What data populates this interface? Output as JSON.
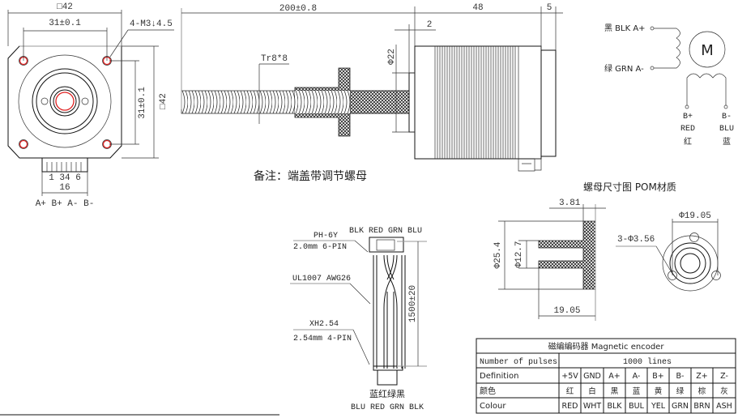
{
  "front_view": {
    "width_label": "□42",
    "hole_spacing_h": "31±0.1",
    "hole_spec": "4-M3↓4.5",
    "hole_spacing_v": "31±0.1",
    "height_label": "□42",
    "pin_numbers": "1 34 6",
    "connector_width": "16",
    "pin_labels": "A+ B+ A- B-"
  },
  "side_view": {
    "screw_length": "200±0.8",
    "body_length": "48",
    "rear_length": "5",
    "boss_length": "2",
    "boss_diameter": "Φ22",
    "thread_spec": "Tr8*8",
    "note": "备注：端盖带调节螺母"
  },
  "wiring": {
    "a_plus": "黑 BLK A+",
    "a_minus": "绿 GRN A-",
    "motor": "M",
    "b_plus": {
      "pin": "B+",
      "color": "RED",
      "cn": "红"
    },
    "b_minus": {
      "pin": "B-",
      "color": "BLU",
      "cn": "蓝"
    }
  },
  "nut": {
    "title": "螺母尺寸图 POM材质",
    "flange_thickness": "3.81",
    "outer_diameter": "Φ25.4",
    "inner_diameter": "Φ12.7",
    "length": "19.05",
    "bolt_circle": "Φ19.05",
    "holes": "3-Φ3.56"
  },
  "cable": {
    "top_colors": "BLK RED GRN BLU",
    "top_connector": "PH-6Y",
    "top_connector_spec": "2.0mm 6-PIN",
    "wire_spec": "UL1007 AWG26",
    "length": "1500±20",
    "bottom_connector": "XH2.54",
    "bottom_connector_spec": "2.54mm 4-PIN",
    "bottom_colors_cn": "蓝红绿黑",
    "bottom_colors": "BLU RED GRN BLK"
  },
  "encoder_table": {
    "title": "磁编编码器 Magnetic encoder",
    "pulses_label": "Number of pulses",
    "pulses_value": "1000 lines",
    "rows": [
      {
        "label": "Definition",
        "cells": [
          "+5V",
          "GND",
          "A+",
          "A-",
          "B+",
          "B-",
          "Z+",
          "Z-"
        ]
      },
      {
        "label": "颜色",
        "cells": [
          "红",
          "白",
          "黑",
          "蓝",
          "黄",
          "绿",
          "棕",
          "灰"
        ]
      },
      {
        "label": "Colour",
        "cells": [
          "RED",
          "WHT",
          "BLK",
          "BUL",
          "YEL",
          "GRN",
          "BRN",
          "ASH"
        ]
      }
    ]
  },
  "colors": {
    "hole_red": "#e02020",
    "line": "#111111"
  }
}
